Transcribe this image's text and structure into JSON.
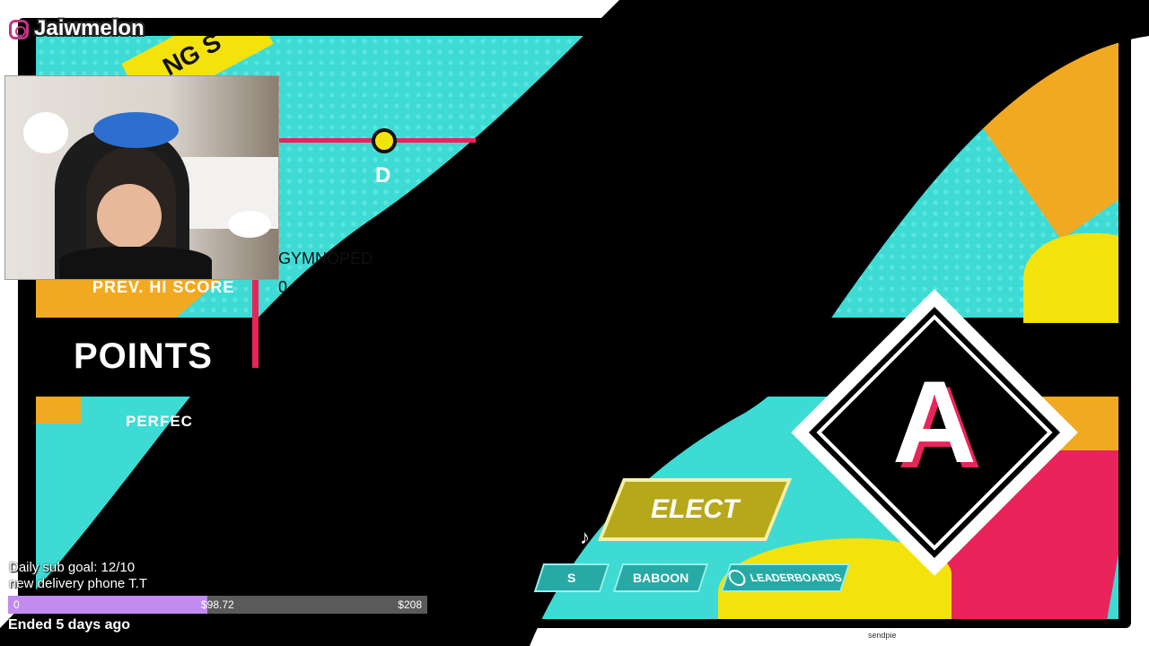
{
  "overlay": {
    "streamer_handle": "Jaiwmelon",
    "icons": [
      "instagram-icon",
      "globe-icon",
      "music-note-icon"
    ]
  },
  "game": {
    "banner_text": "NG S",
    "grade_marker_label": "D",
    "song_title": "GYMNOPÉD",
    "prev_hi_score_label": "PREV. HI SCORE",
    "prev_hi_score_value": "0",
    "points_label": "POINTS",
    "perfect_label": "PERFEC",
    "final_grade": "A",
    "select_label": "ELECT",
    "menu": {
      "prev_label": "S",
      "baboon_label": "BABOON",
      "leaderboards_label": "LEADERBOARDS"
    },
    "colors": {
      "teal": "#3ddbd4",
      "pink": "#e8245a",
      "yellow": "#f4e20d",
      "orange": "#f2a922"
    }
  },
  "sub_goal": {
    "title": "Daily sub goal: 12/10",
    "subtitle": "new delivery phone T.T",
    "start_value": "0",
    "current_value": "$98.72",
    "target_value": "$208",
    "progress_fraction": 0.4746,
    "status": "Ended 5 days ago"
  },
  "footer": {
    "credit": "sendpie"
  }
}
